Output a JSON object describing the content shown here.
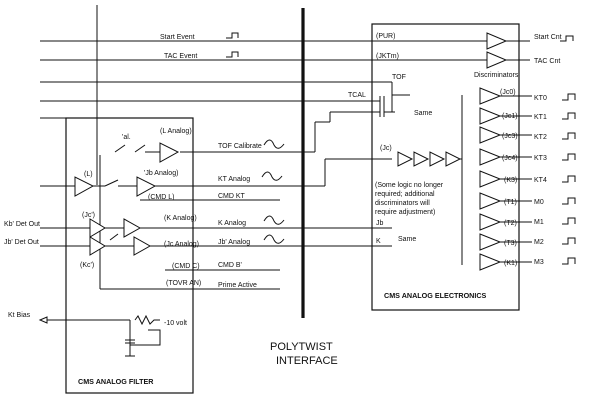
{
  "filter_box": {
    "title": "CMS ANALOG FILTER",
    "labels": {
      "l_analog": "(L Analog)",
      "jb_analog": "'Jb Analog)",
      "l": "(L)",
      "cal": "'al.",
      "cmd_l": "(CMD L)",
      "jc_prime": "(Jc')",
      "k_analog": "(K Analog)",
      "jc_analog": "(Jc Analog)",
      "kc_prime": "(Kc')",
      "cmd_c": "(CMD C)",
      "tovr_an": "(TOVR AN)",
      "minus10": "-10  volt"
    }
  },
  "left_inputs": {
    "kb_det_out": "Kb' Det Out",
    "jb_det_out": "Jb' Det Out",
    "kt_bias": "Kt Bias"
  },
  "mid_signals": {
    "start_event": "Start  Event",
    "tac_event": "TAC Event",
    "tof_calibrate": "TOF Calibrate",
    "kt_analog": "KT Analog",
    "cmd_kt": "CMD KT",
    "k_analog": "K Analog",
    "jb_analog": "Jb' Analog",
    "cmd_b": "CMD B'",
    "prime_active": "Prime  Active"
  },
  "interface": {
    "line1": "POLYTWIST",
    "line2": "INTERFACE"
  },
  "electronics_box": {
    "title": "CMS ANALOG ELECTRONICS",
    "pur": "(PUR)",
    "jktm": "(JKTm)",
    "tof": "TOF",
    "tcal": "TCAL",
    "same_top": "Same",
    "jc": "(Jc)",
    "note": [
      "(Some logic no longer",
      "required; additional",
      "discriminators will",
      "require adjustment)"
    ],
    "jb": "Jb",
    "k": "K",
    "same_bottom": "Same",
    "discriminators": "Discriminators",
    "channels": [
      "(Jc0)",
      "(Jc1)",
      "(Jc3)",
      "(Jc4)",
      "(K3)",
      "(T1)",
      "(T2)",
      "(T3)",
      "(K1)"
    ]
  },
  "outputs": {
    "start_cnt": "Start  Cnt",
    "tac_cnt": "TAC Cnt",
    "channels": [
      "KT0",
      "KT1",
      "KT2",
      "KT3",
      "KT4",
      "M0",
      "M1",
      "M2",
      "M3"
    ]
  },
  "icons": [
    "triangle-amplifier",
    "switch",
    "pulse-waveform",
    "resistor",
    "capacitor",
    "ground"
  ]
}
